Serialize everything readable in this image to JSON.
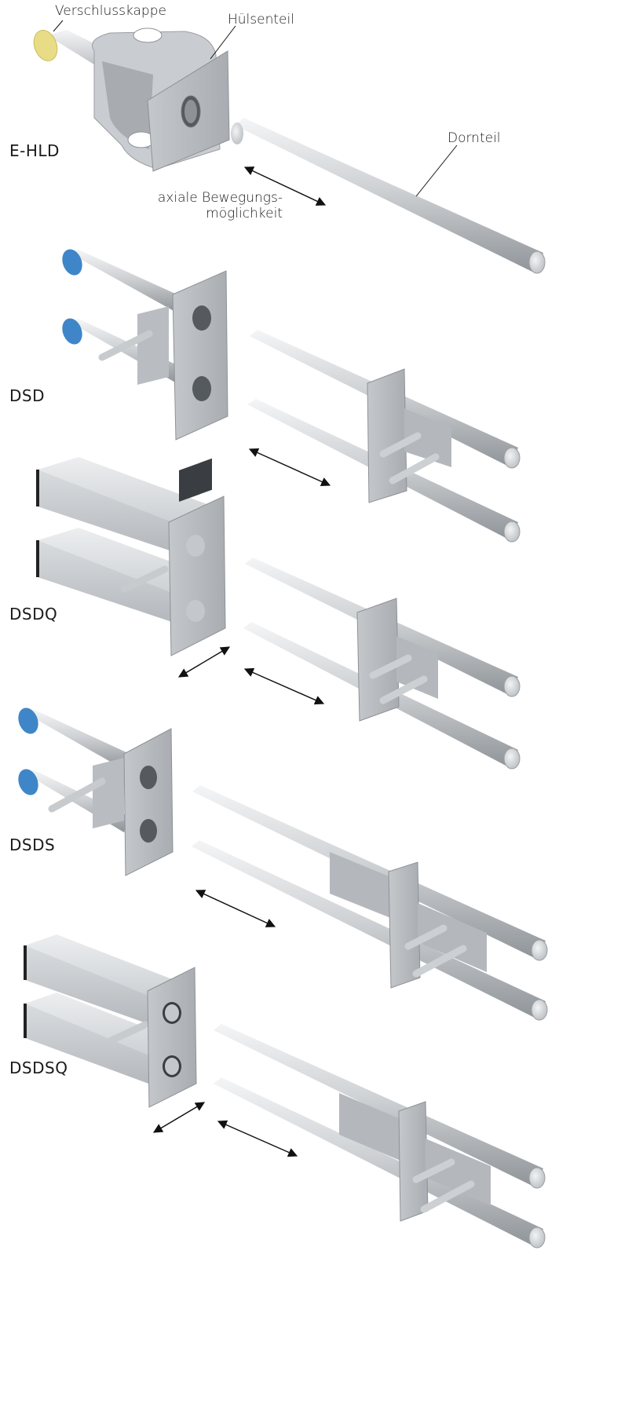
{
  "labels": {
    "cap": "Verschlusskappe",
    "sleeve": "Hülsenteil",
    "dowel": "Dornteil",
    "axial_line1": "axiale Bewegungs-",
    "axial_line2": "möglichkeit"
  },
  "products": {
    "ehld": "E-HLD",
    "dsd": "DSD",
    "dsdq": "DSDQ",
    "dsds": "DSDS",
    "dsdsq": "DSDSQ"
  },
  "colors": {
    "steel_light": "#e4e6e8",
    "steel_mid": "#b9bdc1",
    "steel_dark": "#8d9296",
    "cap_yellow": "#e9dc86",
    "cap_blue": "#3f86c8",
    "arrow": "#111111"
  }
}
